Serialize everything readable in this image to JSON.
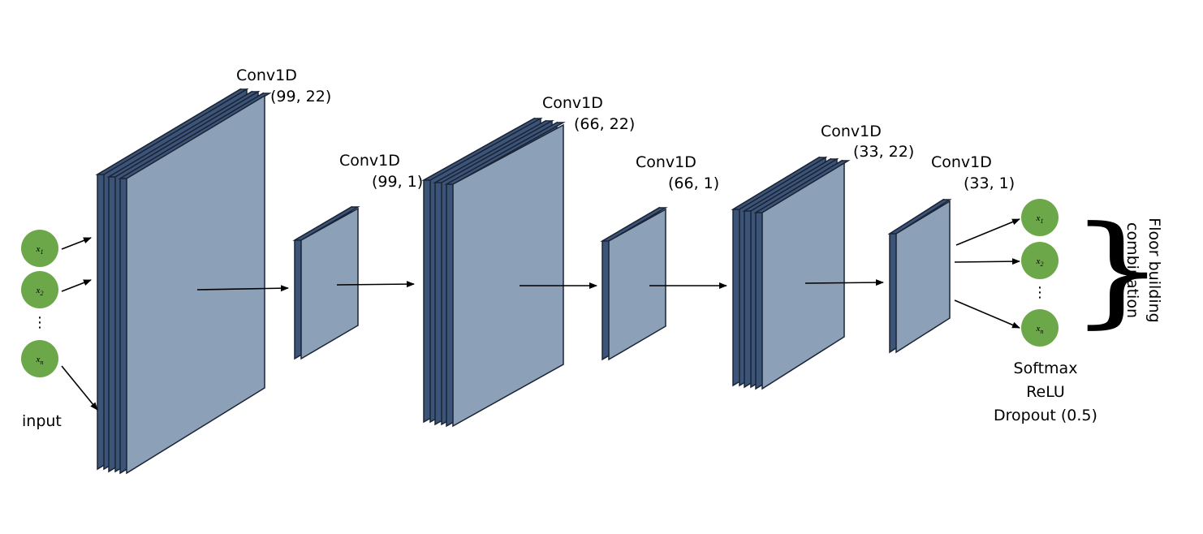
{
  "colors": {
    "layer_front": "#8ca0b8",
    "layer_side": "#3c5478",
    "layer_stroke": "#1a2436",
    "node_fill": "#6ca84a",
    "arrow": "#000000"
  },
  "layers": [
    {
      "name": "Conv1D",
      "shape": "(99, 22)"
    },
    {
      "name": "Conv1D",
      "shape": "(99, 1)"
    },
    {
      "name": "Conv1D",
      "shape": "(66, 22)"
    },
    {
      "name": "Conv1D",
      "shape": "(66, 1)"
    },
    {
      "name": "Conv1D",
      "shape": "(33, 22)"
    },
    {
      "name": "Conv1D",
      "shape": "(33, 1)"
    }
  ],
  "input": {
    "label": "input",
    "nodes": [
      {
        "base": "x",
        "sub": "1"
      },
      {
        "base": "x",
        "sub": "2"
      },
      {
        "base": "x",
        "sub": "n"
      }
    ],
    "ellipsis": "⋮"
  },
  "output": {
    "nodes": [
      {
        "base": "x",
        "sub": "1"
      },
      {
        "base": "x",
        "sub": "2"
      },
      {
        "base": "x",
        "sub": "n"
      }
    ],
    "ellipsis": "⋮",
    "brace": "}",
    "label_line1": "Floor building",
    "label_line2": "combination",
    "activations": [
      "Softmax",
      "ReLU",
      "Dropout (0.5)"
    ]
  }
}
